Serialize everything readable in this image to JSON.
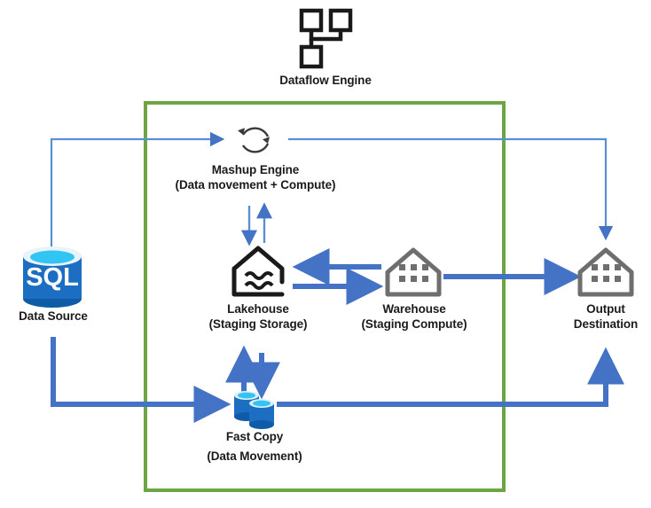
{
  "diagram": {
    "title": "Fabric Dataflow Gen2 architecture",
    "type": "flow-diagram",
    "colors": {
      "boundary_green": "#6DA544",
      "arrow_thick_blue": "#4472C4",
      "arrow_thin_blue": "#5B8FD4",
      "sql_blue": "#1B6EC2",
      "sql_cyan": "#32C5F4",
      "icon_outline_dark": "#1a1a1a",
      "icon_outline_gray": "#6E6E6E",
      "text": "#1b1b1b",
      "background": "#FFFFFF"
    },
    "boundary": {
      "name": "Dataflow Engine boundary",
      "border_color": "#6DA544"
    },
    "nodes": [
      {
        "id": "dataflow-engine",
        "icon": "hierarchy-icon",
        "label_lines": [
          "Dataflow Engine"
        ],
        "inside_boundary": false
      },
      {
        "id": "mashup-engine",
        "icon": "refresh-cycle-icon",
        "label_lines": [
          "Mashup Engine",
          "(Data movement + Compute)"
        ],
        "inside_boundary": true
      },
      {
        "id": "data-source",
        "icon": "sql-database-icon",
        "icon_text": "SQL",
        "label_lines": [
          "Data Source"
        ],
        "inside_boundary": false
      },
      {
        "id": "lakehouse",
        "icon": "lakehouse-icon",
        "label_lines": [
          "Lakehouse",
          "(Staging Storage)"
        ],
        "inside_boundary": true
      },
      {
        "id": "warehouse",
        "icon": "warehouse-icon",
        "label_lines": [
          "Warehouse",
          "(Staging Compute)"
        ],
        "inside_boundary": true
      },
      {
        "id": "output-destination",
        "icon": "warehouse-icon",
        "label_lines": [
          "Output",
          "Destination"
        ],
        "inside_boundary": false
      },
      {
        "id": "fast-copy",
        "icon": "double-database-icon",
        "label_lines": [
          "Fast Copy",
          "(Data Movement)"
        ],
        "inside_boundary": true
      }
    ],
    "edges": [
      {
        "id": "source-to-mashup",
        "from": "data-source",
        "to": "mashup-engine",
        "weight": "thin",
        "direction": "forward"
      },
      {
        "id": "mashup-to-output",
        "from": "mashup-engine",
        "to": "output-destination",
        "weight": "thin",
        "direction": "forward"
      },
      {
        "id": "mashup-lakehouse-down",
        "from": "mashup-engine",
        "to": "lakehouse",
        "weight": "thin",
        "direction": "down"
      },
      {
        "id": "lakehouse-mashup-up",
        "from": "lakehouse",
        "to": "mashup-engine",
        "weight": "thin",
        "direction": "up"
      },
      {
        "id": "warehouse-to-lakehouse",
        "from": "warehouse",
        "to": "lakehouse",
        "weight": "thick",
        "direction": "left"
      },
      {
        "id": "lakehouse-to-warehouse",
        "from": "lakehouse",
        "to": "warehouse",
        "weight": "thick",
        "direction": "right"
      },
      {
        "id": "warehouse-to-output",
        "from": "warehouse",
        "to": "output-destination",
        "weight": "thick",
        "direction": "right"
      },
      {
        "id": "lakehouse-fastcopy-up",
        "from": "fast-copy",
        "to": "lakehouse",
        "weight": "thick",
        "direction": "up"
      },
      {
        "id": "lakehouse-fastcopy-down",
        "from": "lakehouse",
        "to": "fast-copy",
        "weight": "thick",
        "direction": "down"
      },
      {
        "id": "source-to-fastcopy",
        "from": "data-source",
        "to": "fast-copy",
        "weight": "thick",
        "direction": "forward"
      },
      {
        "id": "fastcopy-to-output",
        "from": "fast-copy",
        "to": "output-destination",
        "weight": "thick",
        "direction": "forward"
      }
    ]
  },
  "labels": {
    "dataflow_engine": "Dataflow Engine",
    "mashup_engine_l1": "Mashup Engine",
    "mashup_engine_l2": "(Data movement + Compute)",
    "data_source": "Data Source",
    "sql_text": "SQL",
    "lakehouse_l1": "Lakehouse",
    "lakehouse_l2": "(Staging Storage)",
    "warehouse_l1": "Warehouse",
    "warehouse_l2": "(Staging Compute)",
    "output_l1": "Output",
    "output_l2": "Destination",
    "fast_copy_l1": "Fast Copy",
    "fast_copy_l2": "(Data Movement)"
  }
}
